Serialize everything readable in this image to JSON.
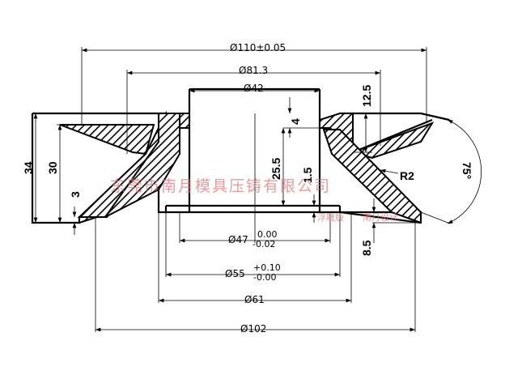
{
  "dimensions": {
    "d110": "Ø110±0.05",
    "d81": "Ø81.3",
    "d42": "Ø42",
    "d47": "Ø47",
    "d47_tol_up": "0.00",
    "d47_tol_low": "-0.02",
    "d55": "Ø55",
    "d55_tol_up": "+0.10",
    "d55_tol_low": "-0.00",
    "d61": "Ø61",
    "d102": "Ø102",
    "h34": "34",
    "h30": "30",
    "h3": "3",
    "h12_5": "12.5",
    "h4": "4",
    "h25_5": "25.5",
    "h1_5": "1.5",
    "h8_5": "8.5",
    "r2": "R2",
    "angle75": "75°"
  },
  "watermark": {
    "company": "东莞市南月模具压铸有限公司",
    "tag1": "浮雕版",
    "tag2": "南月设计"
  }
}
